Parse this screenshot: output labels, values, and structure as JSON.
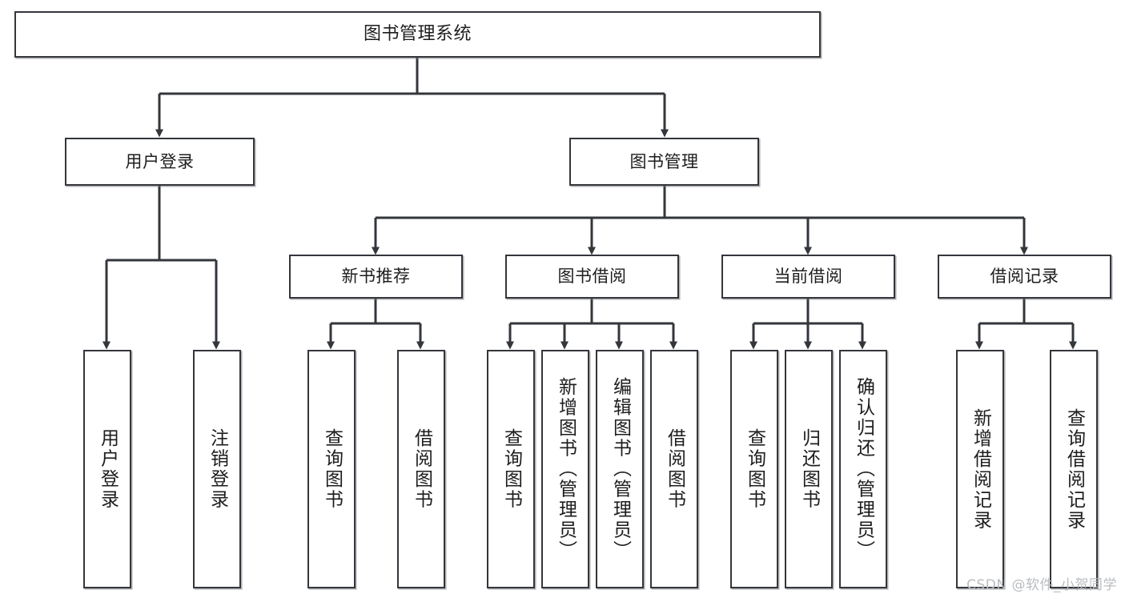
{
  "diagram": {
    "title": "图书管理系统",
    "type": "tree-hierarchy-diagram",
    "watermark": "CSDN @软件_小贺同学",
    "colors": {
      "box_border": "#33363b",
      "box_fill": "#ffffff",
      "text": "#1d1d1f",
      "connector": "#33363b",
      "watermark": "#b9bcc0",
      "background": "#ffffff"
    },
    "root": {
      "label": "图书管理系统"
    },
    "level2": [
      {
        "label": "用户登录"
      },
      {
        "label": "图书管理"
      }
    ],
    "level3": [
      {
        "label": "新书推荐"
      },
      {
        "label": "图书借阅"
      },
      {
        "label": "当前借阅"
      },
      {
        "label": "借阅记录"
      }
    ],
    "leaves": {
      "user_login": [
        {
          "label": "用户登录"
        },
        {
          "label": "注销登录"
        }
      ],
      "new_book_recommend": [
        {
          "label": "查询图书"
        },
        {
          "label": "借阅图书"
        }
      ],
      "book_borrow": [
        {
          "label": "查询图书"
        },
        {
          "label": "新增图书（管理员）"
        },
        {
          "label": "编辑图书（管理员）"
        },
        {
          "label": "借阅图书"
        }
      ],
      "current_borrow": [
        {
          "label": "查询图书"
        },
        {
          "label": "归还图书"
        },
        {
          "label": "确认归还（管理员）"
        }
      ],
      "borrow_record": [
        {
          "label": "新增借阅记录"
        },
        {
          "label": "查询借阅记录"
        }
      ]
    }
  }
}
